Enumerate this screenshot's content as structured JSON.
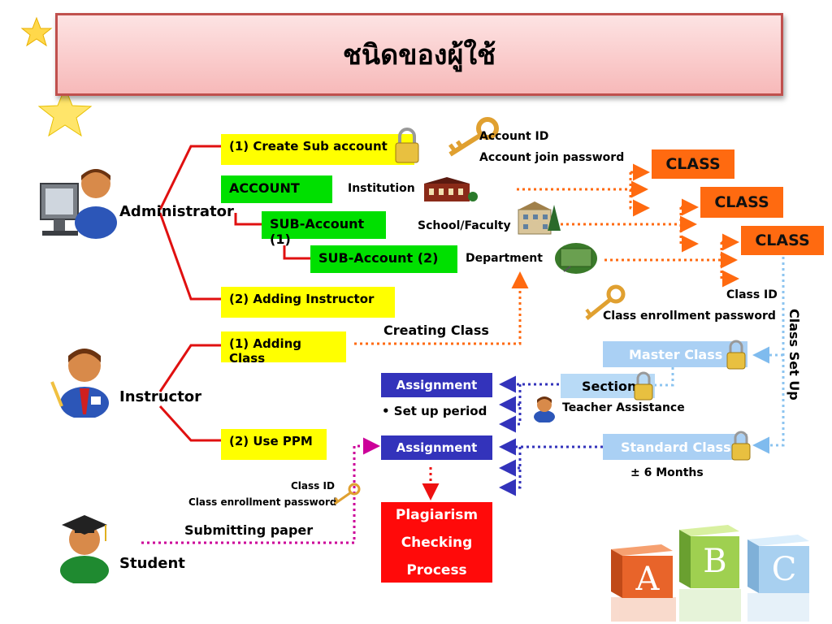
{
  "title": "ชนิดของผู้ใช้",
  "roles": {
    "administrator": "Administrator",
    "instructor": "Instructor",
    "student": "Student"
  },
  "admin": {
    "create_sub_account": "(1) Create Sub account",
    "account": "ACCOUNT",
    "sub_account_1": "SUB-Account (1)",
    "sub_account_2": "SUB-Account (2)",
    "adding_instructor": "(2) Adding Instructor",
    "institution": "Institution",
    "school_faculty": "School/Faculty",
    "department": "Department",
    "account_id": "Account ID",
    "account_join_password": "Account join password"
  },
  "classes": [
    "CLASS",
    "CLASS",
    "CLASS"
  ],
  "class_info": {
    "class_id": "Class ID",
    "class_enrollment_password": "Class enrollment password",
    "class_set_up": "Class Set Up"
  },
  "instructor": {
    "adding_class": "(1) Adding Class",
    "use_ppm": "(2) Use PPM",
    "creating_class": "Creating Class"
  },
  "assignment": {
    "label1": "Assignment",
    "label2": "Assignment",
    "set_up_period": "• Set up period"
  },
  "master_class": "Master Class",
  "section": "Section",
  "teacher_assistance": "Teacher Assistance",
  "standard_class": "Standard Class",
  "six_months": "± 6 Months",
  "student": {
    "class_id": "Class ID",
    "class_enrollment_password": "Class enrollment password",
    "submitting_paper": "Submitting paper"
  },
  "plagiarism": {
    "line1": "Plagiarism",
    "line2": "Checking",
    "line3": "Process"
  },
  "blocks": [
    "A",
    "B",
    "C"
  ],
  "colors": {
    "yellow": "#ffff00",
    "green": "#00e000",
    "orange": "#ff6a10",
    "blue": "#3333bb",
    "light_blue": "#aad0f4",
    "red": "#ff0a0a",
    "magenta": "#cc0099"
  }
}
